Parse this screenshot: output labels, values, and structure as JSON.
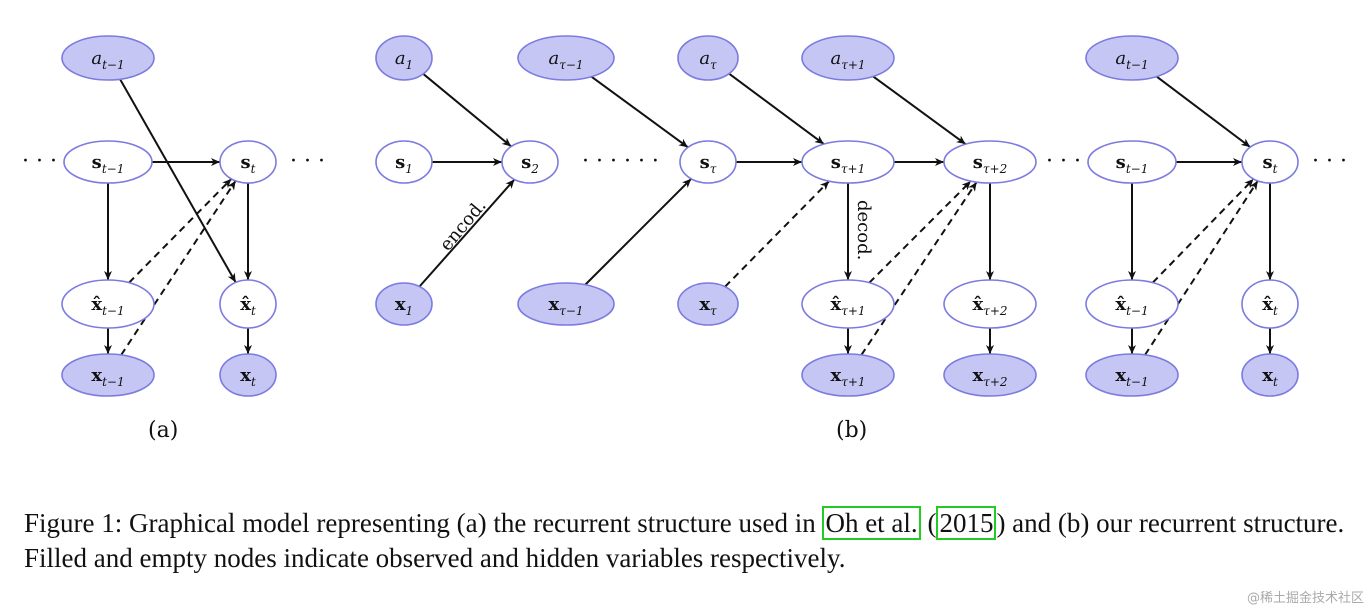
{
  "colors": {
    "observed_fill": "#c6c6f5",
    "node_stroke": "#7b7be0",
    "hidden_fill": "#ffffff",
    "edge": "#111111"
  },
  "panel_a": {
    "label": "(a)",
    "nodes": {
      "a_tm1": {
        "base": "a",
        "sub": "t−1",
        "observed": true,
        "italic": true
      },
      "s_tm1": {
        "base": "s",
        "sub": "t−1",
        "observed": false
      },
      "s_t": {
        "base": "s",
        "sub": "t",
        "observed": false
      },
      "xh_tm1": {
        "base": "x̂",
        "sub": "t−1",
        "observed": false
      },
      "xh_t": {
        "base": "x̂",
        "sub": "t",
        "observed": false
      },
      "x_tm1": {
        "base": "x",
        "sub": "t−1",
        "observed": true
      },
      "x_t": {
        "base": "x",
        "sub": "t",
        "observed": true
      }
    }
  },
  "panel_b": {
    "label": "(b)",
    "encode_label": "encod.",
    "decode_label": "decod.",
    "nodes": {
      "a1": {
        "base": "a",
        "sub": "1",
        "observed": true,
        "italic": true
      },
      "s1": {
        "base": "s",
        "sub": "1",
        "observed": false
      },
      "s2": {
        "base": "s",
        "sub": "2",
        "observed": false
      },
      "x1": {
        "base": "x",
        "sub": "1",
        "observed": true
      },
      "a_taum1": {
        "base": "a",
        "sub": "τ−1",
        "observed": true,
        "italic": true
      },
      "x_taum1": {
        "base": "x",
        "sub": "τ−1",
        "observed": true
      },
      "a_tau": {
        "base": "a",
        "sub": "τ",
        "observed": true,
        "italic": true
      },
      "s_tau": {
        "base": "s",
        "sub": "τ",
        "observed": false
      },
      "x_tau": {
        "base": "x",
        "sub": "τ",
        "observed": true
      },
      "a_taup1": {
        "base": "a",
        "sub": "τ+1",
        "observed": true,
        "italic": true
      },
      "s_taup1": {
        "base": "s",
        "sub": "τ+1",
        "observed": false
      },
      "xh_taup1": {
        "base": "x̂",
        "sub": "τ+1",
        "observed": false
      },
      "x_taup1": {
        "base": "x",
        "sub": "τ+1",
        "observed": true
      },
      "s_taup2": {
        "base": "s",
        "sub": "τ+2",
        "observed": false
      },
      "xh_taup2": {
        "base": "x̂",
        "sub": "τ+2",
        "observed": false
      },
      "x_taup2": {
        "base": "x",
        "sub": "τ+2",
        "observed": true
      },
      "a_tm1": {
        "base": "a",
        "sub": "t−1",
        "observed": true,
        "italic": true
      },
      "s_tm1": {
        "base": "s",
        "sub": "t−1",
        "observed": false
      },
      "s_t": {
        "base": "s",
        "sub": "t",
        "observed": false
      },
      "xh_tm1": {
        "base": "x̂",
        "sub": "t−1",
        "observed": false
      },
      "xh_t": {
        "base": "x̂",
        "sub": "t",
        "observed": false
      },
      "x_tm1": {
        "base": "x",
        "sub": "t−1",
        "observed": true
      },
      "x_t": {
        "base": "x",
        "sub": "t",
        "observed": true
      }
    }
  },
  "ellipsis_short": "· · ·",
  "ellipsis_long": "· · · · · ·",
  "caption": {
    "prefix": "Figure 1: Graphical model representing (a) the recurrent structure used in ",
    "cite_author": "Oh et al.",
    "cite_open": " (",
    "cite_year": "2015",
    "suffix": ") and (b) our recurrent structure. Filled and empty nodes indicate observed and hidden variables respectively."
  },
  "watermark": "@稀土掘金技术社区"
}
